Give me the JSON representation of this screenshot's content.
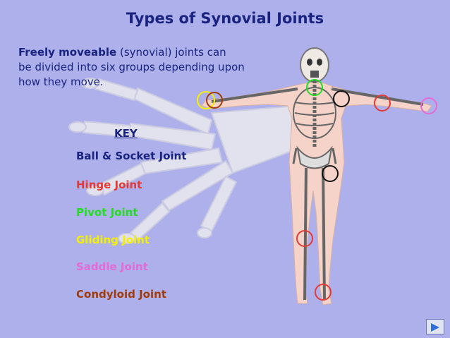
{
  "slide": {
    "title": "Types of Synovial Joints",
    "intro_bold": "Freely moveable",
    "intro_normal_1": " (synovial) joints can",
    "intro_line2": "be divided into six groups depending upon",
    "intro_line3": "how they move."
  },
  "key": {
    "title": "KEY",
    "items": [
      {
        "label": "Ball & Socket Joint",
        "color": "#1a237e"
      },
      {
        "label": "Hinge Joint",
        "color": "#e53935"
      },
      {
        "label": "Pivot Joint",
        "color": "#22dd22"
      },
      {
        "label": "Gliding Joint",
        "color": "#f4f000"
      },
      {
        "label": "Saddle Joint",
        "color": "#e46ad4"
      },
      {
        "label": "Condyloid Joint",
        "color": "#a03c0c"
      }
    ]
  },
  "figure": {
    "skeleton_icon": "skeleton-illustration",
    "hand_icon": "hand-bones-illustration"
  },
  "navigation": {
    "next_icon": "next-slide-arrow-icon"
  }
}
